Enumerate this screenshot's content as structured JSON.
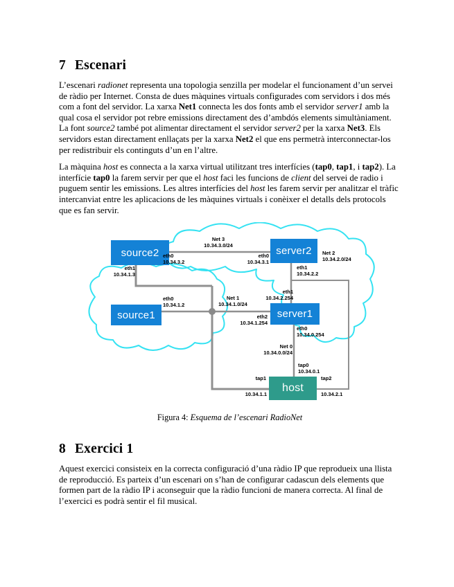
{
  "sections": [
    {
      "number": "7",
      "title": "Escenari",
      "paragraphs": [
        [
          {
            "t": "L’escenari "
          },
          {
            "t": "radionet",
            "i": true
          },
          {
            "t": " representa una topologia senzilla per modelar el funcionament d’un servei de ràdio per Internet. Consta de dues màquines virtuals configurades com servidors i dos més com a font del servidor. La xarxa "
          },
          {
            "t": "Net1",
            "b": true
          },
          {
            "t": " connecta les dos fonts amb el servidor "
          },
          {
            "t": "server1",
            "i": true
          },
          {
            "t": " amb la qual cosa el servidor pot rebre emissions directament des d’ambdós elements simultàniament. La font "
          },
          {
            "t": "source2",
            "i": true
          },
          {
            "t": " també pot alimentar directament el servidor "
          },
          {
            "t": "server2",
            "i": true
          },
          {
            "t": " per la xarxa "
          },
          {
            "t": "Net3",
            "b": true
          },
          {
            "t": ". Els servidors estan directament enllaçats per la xarxa "
          },
          {
            "t": "Net2",
            "b": true
          },
          {
            "t": " el que ens permetrà interconnectar-los per redistribuir els continguts d’un en l’altre."
          }
        ],
        [
          {
            "t": "La màquina "
          },
          {
            "t": "host",
            "i": true
          },
          {
            "t": " es connecta a la xarxa virtual utilitzant tres interfícies ("
          },
          {
            "t": "tap0",
            "b": true
          },
          {
            "t": ", "
          },
          {
            "t": "tap1",
            "b": true
          },
          {
            "t": ", i "
          },
          {
            "t": "tap2",
            "b": true
          },
          {
            "t": "). La interfície "
          },
          {
            "t": "tap0",
            "b": true
          },
          {
            "t": " la farem servir per que el "
          },
          {
            "t": "host",
            "i": true
          },
          {
            "t": " faci les funcions de "
          },
          {
            "t": "client",
            "i": true
          },
          {
            "t": " del servei de radio i puguem sentir les emissions. Les altres interfícies del "
          },
          {
            "t": "host",
            "i": true
          },
          {
            "t": " les farem servir per analitzar el tràfic intercanviat entre les aplicacions de les màquines virtuals i conèixer el detalls dels protocols que es fan servir."
          }
        ]
      ]
    },
    {
      "number": "8",
      "title": "Exercici 1",
      "paragraphs": [
        [
          {
            "t": "Aquest exercici consisteix en la correcta configuració d’una ràdio IP que reprodueix una llista de reproducció. Es parteix d’un escenari on s’han de configurar cadascun dels elements que formen part de la ràdio IP i aconseguir que la ràdio funcioni de manera correcta. Al final de l’exercici es podrà sentir el fil musical."
          }
        ]
      ]
    }
  ],
  "figure": {
    "label": "Figura 4:",
    "title_italic": "Esquema de l’escenari RadioNet"
  },
  "diagram": {
    "colors": {
      "node_blue": "#1482D6",
      "host_teal": "#2E9B8B",
      "cloud_cyan": "#35E2F2",
      "line_gray": "#909090"
    },
    "nodes": {
      "source2": "source2",
      "server2": "server2",
      "source1": "source1",
      "server1": "server1",
      "host": "host"
    },
    "nets": {
      "net3": {
        "name": "Net 3",
        "cidr": "10.34.3.0/24"
      },
      "net2": {
        "name": "Net 2",
        "cidr": "10.34.2.0/24"
      },
      "net1": {
        "name": "Net 1",
        "cidr": "10.34.1.0/24"
      },
      "net0": {
        "name": "Net 0",
        "cidr": "10.34.0.0/24"
      }
    },
    "ifaces": {
      "source2_eth0": {
        "name": "eth0",
        "ip": "10.34.3.2"
      },
      "server2_eth0": {
        "name": "eth0",
        "ip": "10.34.3.1"
      },
      "source2_eth1": {
        "name": "eth1",
        "ip": "10.34.1.3"
      },
      "server2_eth1": {
        "name": "eth1",
        "ip": "10.34.2.2"
      },
      "server1_eth1": {
        "name": "eth1",
        "ip": "10.34.2.254"
      },
      "source1_eth0": {
        "name": "eth0",
        "ip": "10.34.1.2"
      },
      "server1_eth2": {
        "name": "eth2",
        "ip": "10.34.1.254"
      },
      "server1_eth0": {
        "name": "eth0",
        "ip": "10.34.0.254"
      },
      "host_tap0": {
        "name": "tap0",
        "ip": "10.34.0.1"
      },
      "host_tap1": {
        "name": "tap1",
        "ip": "10.34.1.1"
      },
      "host_tap2": {
        "name": "tap2",
        "ip": "10.34.2.1"
      }
    }
  }
}
